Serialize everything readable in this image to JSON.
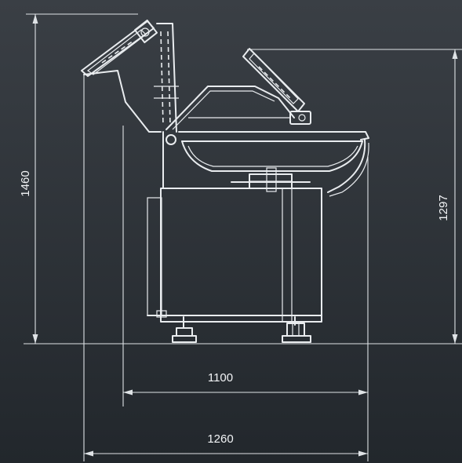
{
  "dimensions": {
    "height_total": "1460",
    "height_bowl": "1297",
    "width_base": "1100",
    "width_total": "1260"
  },
  "colors": {
    "background_top": "#3a3f45",
    "background_bottom": "#22272c",
    "line": "#e9ecef"
  }
}
